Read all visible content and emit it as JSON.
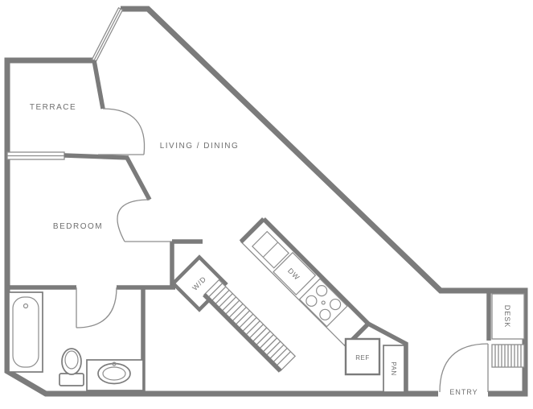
{
  "floorplan": {
    "rooms": {
      "terrace": "TERRACE",
      "living_dining": "LIVING / DINING",
      "bedroom": "BEDROOM",
      "entry": "ENTRY"
    },
    "fixtures": {
      "washer_dryer": "W/D",
      "dishwasher": "DW",
      "refrigerator": "REF",
      "pantry": "PAN",
      "desk": "DESK"
    },
    "colors": {
      "wall": "#7b7b7b",
      "line": "#8d8d8d",
      "text": "#6f6f6f",
      "background": "#ffffff"
    }
  }
}
